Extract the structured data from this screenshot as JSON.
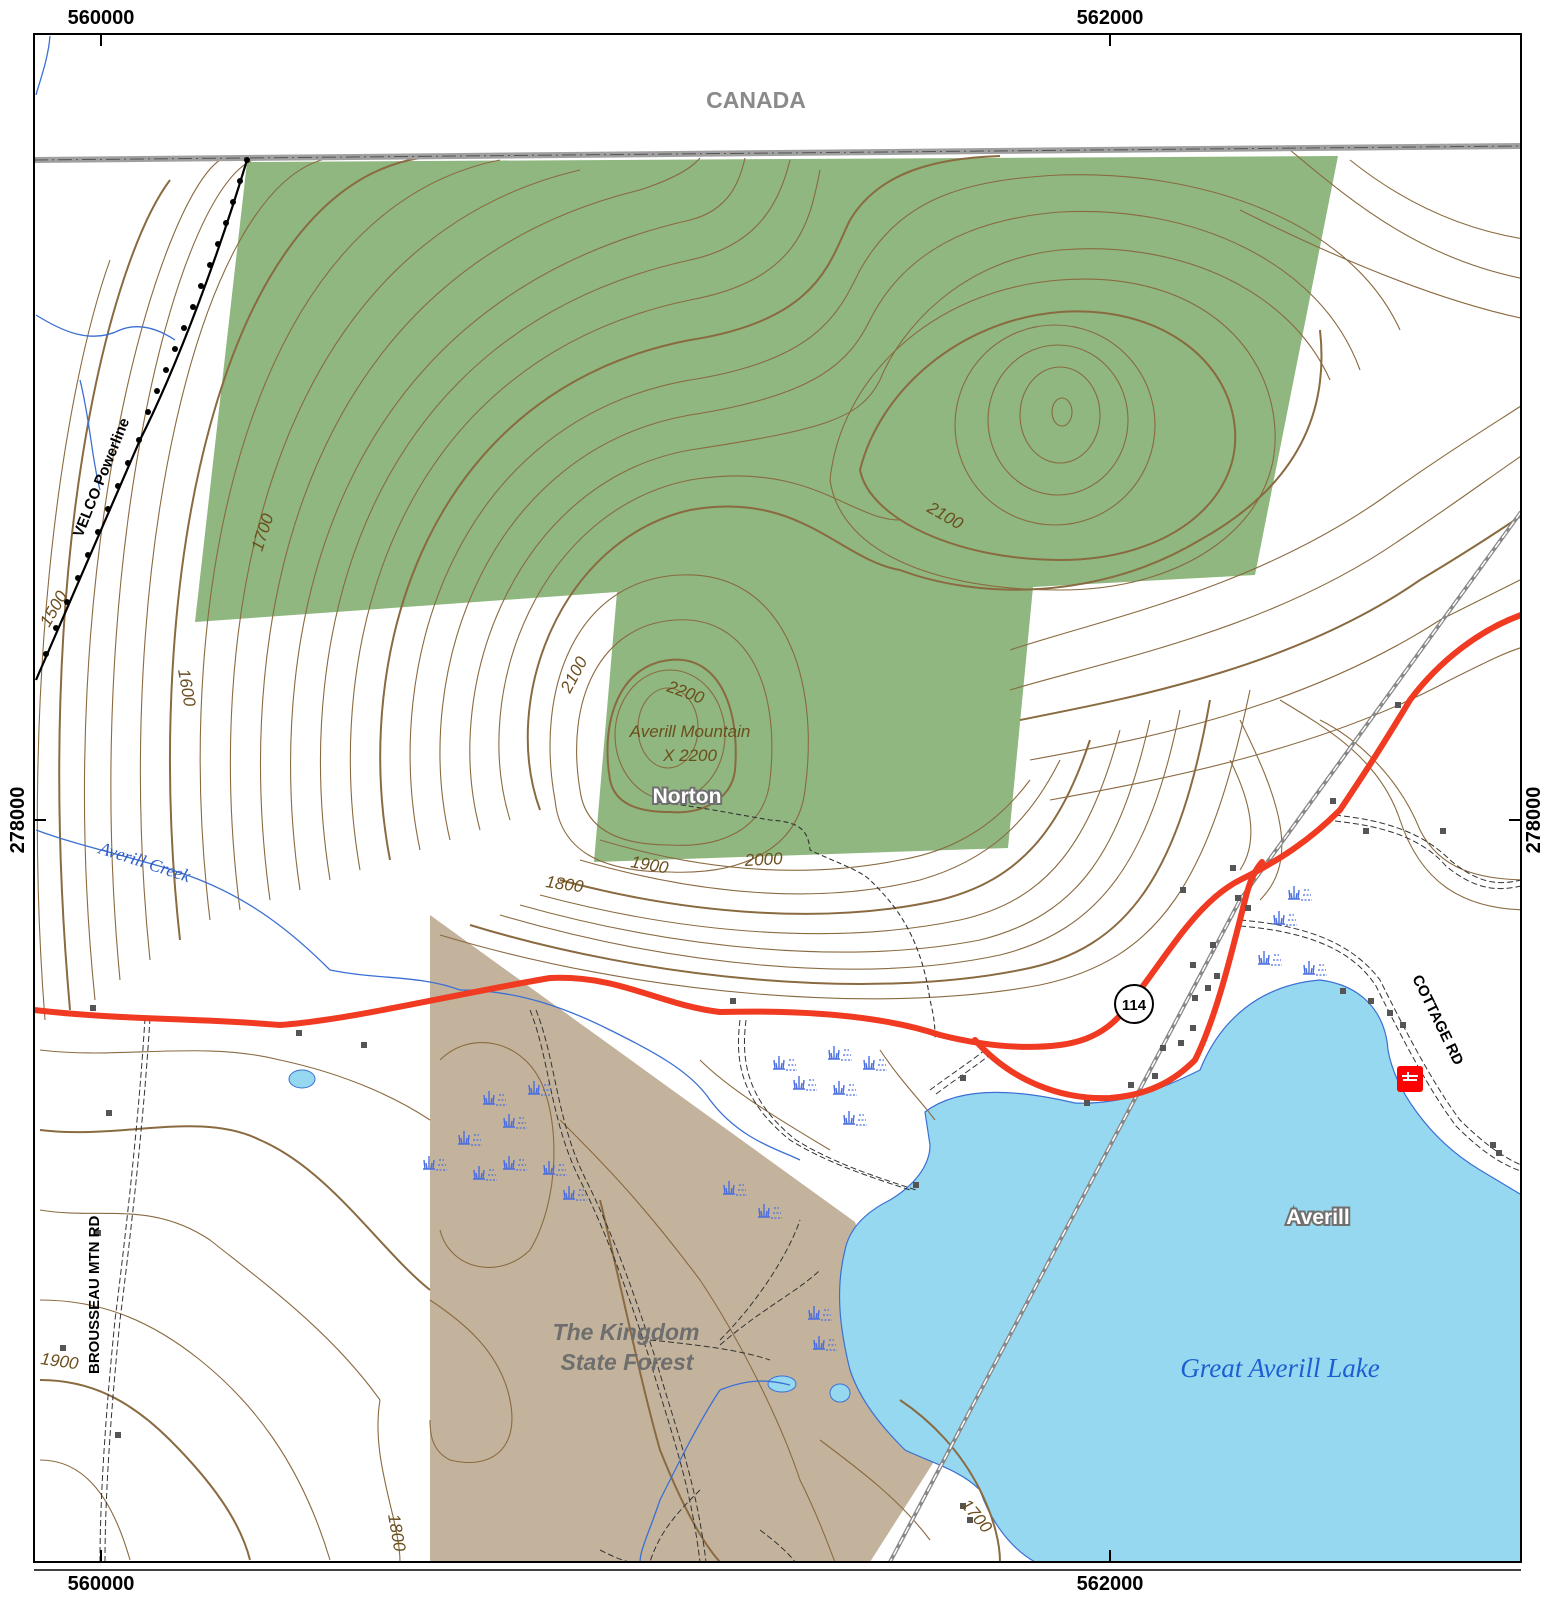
{
  "map": {
    "grid_labels": {
      "top_left": "560000",
      "top_right": "562000",
      "bottom_left": "560000",
      "bottom_right": "562000",
      "left_side": "278000",
      "right_side": "278000"
    },
    "labels": {
      "country": "CANADA",
      "powerline": "VELCO Powerline",
      "creek": "Averill Creek",
      "peak_name": "Averill Mountain",
      "peak_elevation": "X 2200",
      "town_norton": "Norton",
      "town_averill": "Averill",
      "lake": "Great Averill Lake",
      "forest_line1": "The Kingdom",
      "forest_line2": "State Forest",
      "road_brousseau": "BROUSSEAU MTN RD",
      "road_cottage": "COTTAGE RD",
      "route_shield": "114"
    },
    "contour_labels": {
      "c1500": "1500",
      "c1600": "1600",
      "c1700a": "1700",
      "c2100a": "2100",
      "c2100b": "2100",
      "c2200": "2200",
      "c1900a": "1900",
      "c2000": "2000",
      "c1800a": "1800",
      "c1900b": "1900",
      "c1800b": "1800",
      "c1700b": "1700"
    },
    "colors": {
      "protected_green": "#8fb77f",
      "state_forest": "#c3b39c",
      "lake_water": "#97d8f1",
      "contour": "#8a6a40",
      "route": "#f03a22",
      "stream": "#3b6fd4",
      "border": "#a0a0a0",
      "wetland": "#4a6ee0",
      "boat_launch": "#ff0000"
    },
    "icons": [
      "route-shield-icon",
      "boat-launch-icon",
      "wetland-marsh-icon",
      "building-icon"
    ]
  }
}
